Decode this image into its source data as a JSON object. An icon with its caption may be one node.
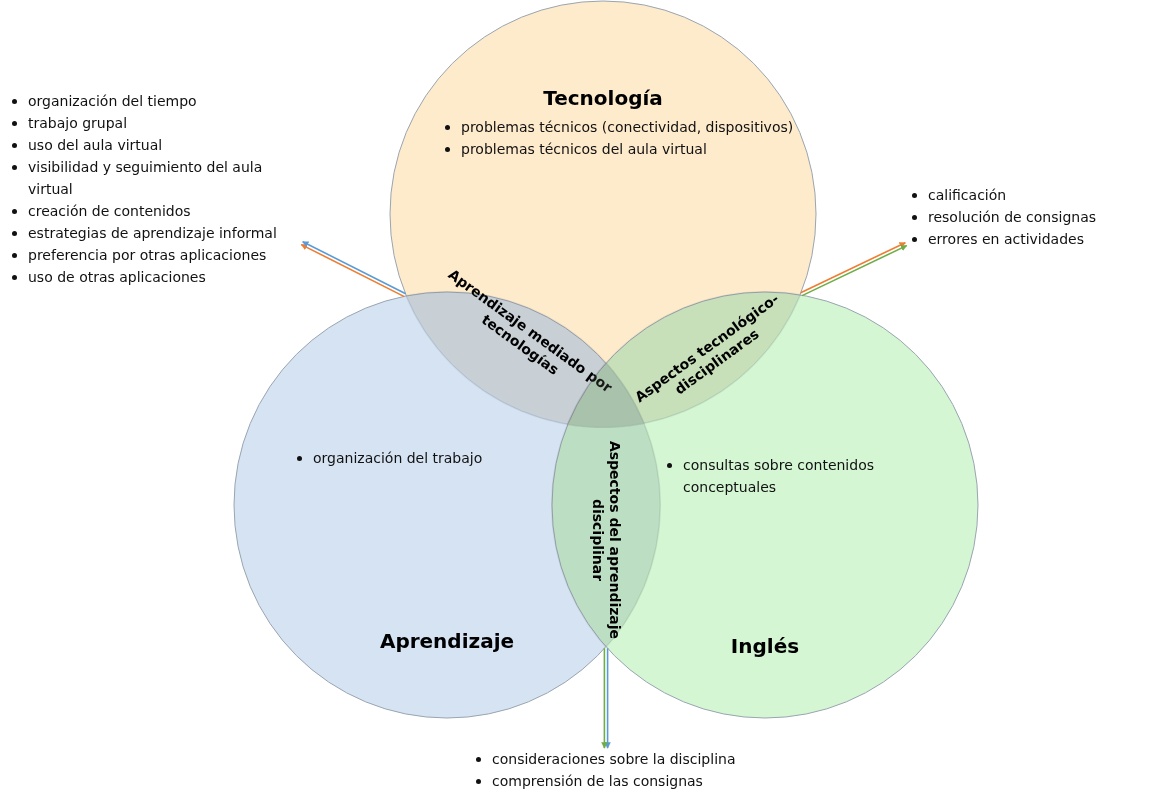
{
  "diagram": {
    "nodes": [
      {
        "text": [
          "Tecnología",
          "problemas técnicos (conectividad, dispositivos)",
          "problemas técnicos del aula virtual"
        ]
      },
      {
        "text": [
          "organización del trabajo",
          "Aprendizaje"
        ]
      },
      {
        "text": [
          "consultas sobre contenidos conceptuales",
          "Inglés"
        ]
      },
      {
        "text": [
          "Aprendizaje mediado por tecnologías"
        ]
      },
      {
        "text": [
          "Aspectos tecnológico-disciplinares"
        ]
      },
      {
        "text": [
          "Aspectos del aprendizaje disciplinar"
        ]
      },
      {
        "text": [
          "organización del tiempo",
          "trabajo grupal",
          "uso del aula virtual",
          "visibilidad y seguimiento del aula virtual",
          "creación de contenidos",
          "estrategias de aprendizaje informal",
          "preferencia por otras aplicaciones",
          "uso de otras aplicaciones"
        ]
      },
      {
        "text": [
          "calificación",
          "resolución de consignas",
          "errores en actividades"
        ]
      },
      {
        "text": [
          "consideraciones sobre la disciplina",
          "comprensión de las consignas"
        ]
      }
    ],
    "edges": [
      {
        "from": 3,
        "to": 6,
        "arrow": "to",
        "color": "#ed7d31"
      },
      {
        "from": 3,
        "to": 6,
        "arrow": "to",
        "color": "#5b9bd5"
      },
      {
        "from": 4,
        "to": 7,
        "arrow": "to",
        "color": "#ed7d31"
      },
      {
        "from": 4,
        "to": 7,
        "arrow": "to",
        "color": "#70ad47"
      },
      {
        "from": 5,
        "to": 8,
        "arrow": "to",
        "color": "#5b9bd5"
      },
      {
        "from": 5,
        "to": 8,
        "arrow": "to",
        "color": "#70ad47"
      }
    ]
  }
}
